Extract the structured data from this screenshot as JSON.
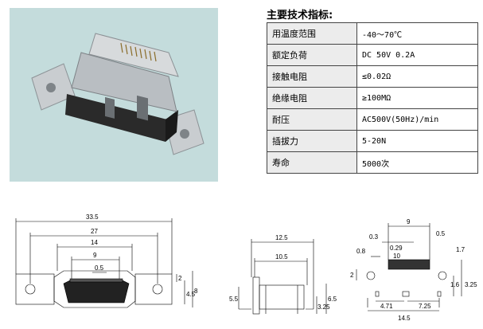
{
  "spec_title": "主要技术指标:",
  "specs": [
    {
      "label": "用温度范围",
      "value": "-40～70℃"
    },
    {
      "label": "额定负荷",
      "value": "DC 50V 0.2A"
    },
    {
      "label": "接触电阻",
      "value": "≤0.02Ω"
    },
    {
      "label": "绝缘电阻",
      "value": "≥100MΩ"
    },
    {
      "label": "耐压",
      "value": "AC500V(50Hz)/min"
    },
    {
      "label": "插拔力",
      "value": "5-20N"
    },
    {
      "label": "寿命",
      "value": "5000次"
    }
  ],
  "front_view": {
    "w_overall": "33.5",
    "w_body": "27",
    "w_top": "14",
    "w_9": "9",
    "w_05": "0.5",
    "h_2": "2",
    "h_45": "4.5",
    "h_8": "8"
  },
  "side_view": {
    "w_125": "12.5",
    "w_105": "10.5",
    "h_55": "5.5",
    "h_325": "3.25",
    "h_65": "6.5"
  },
  "pcb_view": {
    "w_9": "9",
    "w_03": "0.3",
    "w_05": "0.5",
    "w_029": "0.29",
    "w_08": "0.8",
    "w_10": "10",
    "h_17": "1.7",
    "h_2": "2",
    "h_16": "1.6",
    "h_325": "3.25",
    "w_471": "4.71",
    "w_725": "7.25",
    "w_145": "14.5"
  },
  "colors": {
    "photo_bg": "#c4dcdc",
    "shell": "#b9bec2",
    "base": "#2a2a2a",
    "table_label_bg": "#ececec"
  }
}
